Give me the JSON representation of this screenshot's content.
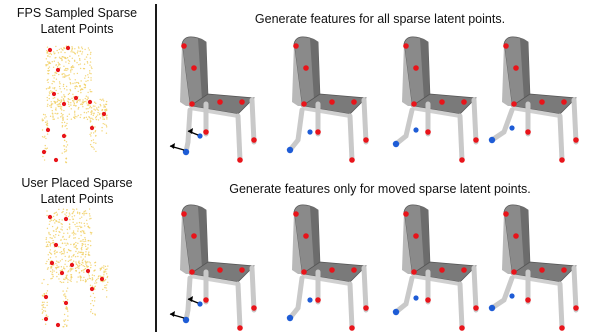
{
  "left_panel": {
    "top_label_line1": "FPS Sampled Sparse",
    "top_label_line2": "Latent Points",
    "bottom_label_line1": "User Placed Sparse",
    "bottom_label_line2": "Latent Points"
  },
  "rows": [
    {
      "title": "Generate features for all sparse latent points."
    },
    {
      "title": "Generate features only for moved sparse latent points."
    }
  ],
  "colors": {
    "latent_point": "#e8141a",
    "moved_point": "#1e5cd6",
    "point_cloud": "#f2d26a",
    "chair_seat": "#6c6c6c",
    "chair_legs": "#c9c9c9",
    "divider": "#1a1a1a"
  },
  "icons": [
    "drag-arrow-icon"
  ]
}
